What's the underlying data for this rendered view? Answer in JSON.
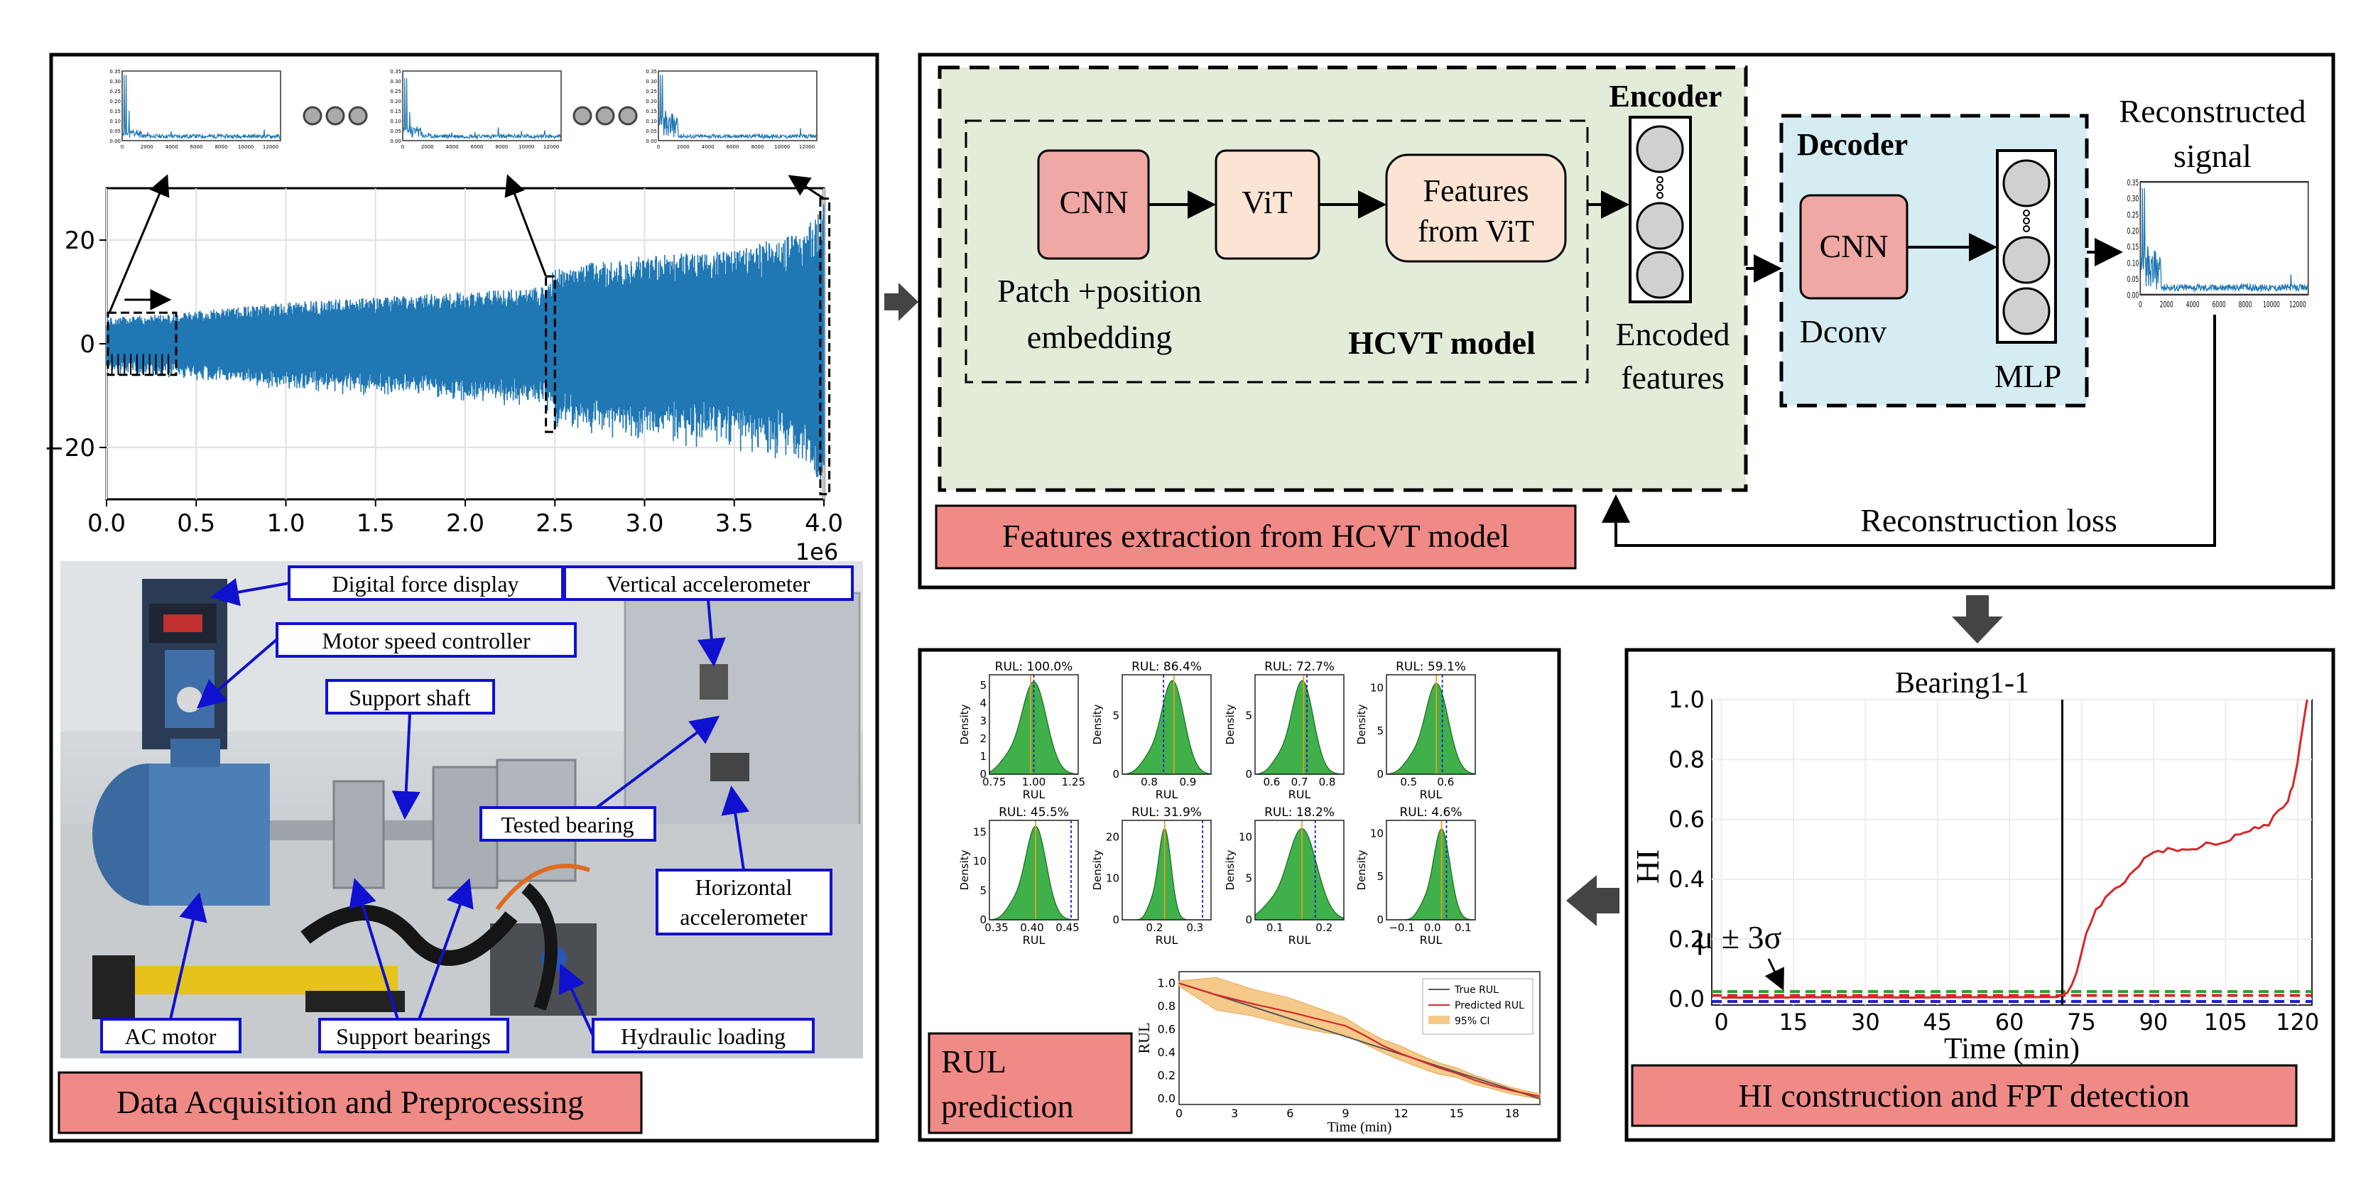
{
  "panels": {
    "acquisition": {
      "label": "Data Acquisition and Preprocessing",
      "callouts": {
        "digital_force": "Digital force display",
        "motor_speed": "Motor speed controller",
        "vertical_acc": "Vertical accelerometer",
        "support_shaft": "Support shaft",
        "tested_bearing": "Tested bearing",
        "horizontal_acc_1": "Horizontal",
        "horizontal_acc_2": "accelerometer",
        "ac_motor": "AC motor",
        "support_bearings": "Support bearings",
        "hydraulic": "Hydraulic loading"
      }
    },
    "features": {
      "label": "Features extraction from HCVT model",
      "encoder_title": "Encoder",
      "hcvt_title": "HCVT model",
      "cnn": "CNN",
      "vit": "ViT",
      "features_vit_1": "Features",
      "features_vit_2": "from ViT",
      "patch_1": "Patch +position",
      "patch_2": "embedding",
      "encoded_1": "Encoded",
      "encoded_2": "features",
      "decoder_title": "Decoder",
      "decoder_cnn": "CNN",
      "dconv": "Dconv",
      "mlp": "MLP",
      "recon_1": "Reconstructed",
      "recon_2": "signal",
      "recon_loss": "Reconstruction loss"
    },
    "hi": {
      "label": "HI construction and FPT detection",
      "mu_label": "μ ± 3σ"
    },
    "rul": {
      "label_1": "RUL",
      "label_2": "prediction"
    }
  },
  "chart_data": [
    {
      "type": "line",
      "name": "raw-vibration-signal",
      "x_ticks": [
        "0.0",
        "0.5",
        "1.0",
        "1.5",
        "2.0",
        "2.5",
        "3.0",
        "3.5",
        "4.0"
      ],
      "x_ticks_values": [
        0,
        0.5,
        1.0,
        1.5,
        2.0,
        2.5,
        3.0,
        3.5,
        4.0
      ],
      "y_ticks": [
        "−20",
        "0",
        "20"
      ],
      "y_ticks_values": [
        -20,
        0,
        20
      ],
      "x_multiplier": "1e6",
      "xlim": [
        0,
        4.0
      ],
      "ylim": [
        -30,
        30
      ],
      "envelope_x": [
        0,
        0.4,
        1.0,
        1.5,
        2.0,
        2.45,
        2.5,
        2.8,
        3.0,
        3.5,
        3.9,
        4.0
      ],
      "envelope_y": [
        5,
        6,
        8,
        9,
        10,
        11,
        15,
        16,
        17,
        18,
        22,
        28
      ],
      "color": "#1f77b4"
    },
    {
      "type": "line",
      "name": "spectrum-thumbnails",
      "x_ticks": [
        "0",
        "2000",
        "4000",
        "6000",
        "8000",
        "10000",
        "12000"
      ],
      "x_ticks_values": [
        0,
        2000,
        4000,
        6000,
        8000,
        10000,
        12000
      ],
      "y_ticks": [
        "0.00",
        "0.05",
        "0.10",
        "0.15",
        "0.20",
        "0.25",
        "0.30",
        "0.35"
      ],
      "y_ticks_values": [
        0,
        0.05,
        0.1,
        0.15,
        0.2,
        0.25,
        0.3,
        0.35
      ],
      "xlim": [
        0,
        12800
      ],
      "ylim": [
        0,
        0.35
      ],
      "color": "#1f77b4"
    },
    {
      "type": "line",
      "title": "Bearing1-1",
      "xlabel": "Time (min)",
      "ylabel": "HI",
      "x_ticks": [
        "0",
        "15",
        "30",
        "45",
        "60",
        "75",
        "90",
        "105",
        "120"
      ],
      "x_ticks_values": [
        0,
        15,
        30,
        45,
        60,
        75,
        90,
        105,
        120
      ],
      "y_ticks": [
        "0.0",
        "0.2",
        "0.4",
        "0.6",
        "0.8",
        "1.0"
      ],
      "y_ticks_values": [
        0.0,
        0.2,
        0.4,
        0.6,
        0.8,
        1.0
      ],
      "xlim": [
        -2,
        123
      ],
      "ylim": [
        -0.02,
        1.0
      ],
      "fpt": 71,
      "thresholds": [
        {
          "value": 0.025,
          "color": "#2ca02c"
        },
        {
          "value": 0.012,
          "color": "#d62728"
        },
        {
          "value": -0.008,
          "color": "#1f1fd6"
        }
      ],
      "series": [
        {
          "color": "#d62728",
          "x": [
            0,
            10,
            20,
            30,
            40,
            50,
            60,
            70,
            72,
            74,
            76,
            78,
            80,
            82,
            84,
            86,
            88,
            90,
            92,
            94,
            96,
            98,
            100,
            102,
            104,
            106,
            108,
            110,
            112,
            114,
            116,
            118,
            119,
            120,
            121,
            122
          ],
          "y": [
            0.005,
            0.005,
            0.006,
            0.006,
            0.005,
            0.006,
            0.006,
            0.007,
            0.02,
            0.09,
            0.22,
            0.3,
            0.34,
            0.37,
            0.39,
            0.43,
            0.47,
            0.49,
            0.49,
            0.5,
            0.5,
            0.5,
            0.51,
            0.52,
            0.52,
            0.53,
            0.55,
            0.56,
            0.57,
            0.58,
            0.63,
            0.66,
            0.71,
            0.79,
            0.9,
            1.0
          ]
        }
      ]
    },
    {
      "type": "area",
      "name": "rul-density-grid",
      "ylabel": "Density",
      "xlabel": "RUL",
      "color": "#2ca02c",
      "panels": [
        {
          "title": "RUL: 100.0%",
          "x_ticks": [
            "0.75",
            "1.00",
            "1.25"
          ],
          "x_ticks_values": [
            0.75,
            1.0,
            1.25
          ],
          "xlim": [
            0.72,
            1.28
          ],
          "y_ticks": [
            "0",
            "1",
            "2",
            "3",
            "4",
            "5"
          ],
          "y_ticks_values": [
            0,
            1,
            2,
            3,
            4,
            5
          ],
          "ylim": [
            0,
            5.6
          ],
          "mean": 1.0,
          "sd": 0.08,
          "peak": 5.2,
          "true": 1.0,
          "pred": 0.98
        },
        {
          "title": "RUL: 86.4%",
          "x_ticks": [
            "0.8",
            "0.9"
          ],
          "x_ticks_values": [
            0.8,
            0.9
          ],
          "xlim": [
            0.73,
            0.96
          ],
          "y_ticks": [
            "0",
            "5"
          ],
          "y_ticks_values": [
            0,
            5
          ],
          "ylim": [
            0,
            8.5
          ],
          "mean": 0.86,
          "sd": 0.03,
          "peak": 8.0,
          "true": 0.837,
          "pred": 0.864
        },
        {
          "title": "RUL: 72.7%",
          "x_ticks": [
            "0.6",
            "0.7",
            "0.8"
          ],
          "x_ticks_values": [
            0.6,
            0.7,
            0.8
          ],
          "xlim": [
            0.54,
            0.86
          ],
          "y_ticks": [
            "0",
            "5"
          ],
          "y_ticks_values": [
            0,
            5
          ],
          "ylim": [
            0,
            8.5
          ],
          "mean": 0.71,
          "sd": 0.04,
          "peak": 8.0,
          "true": 0.727,
          "pred": 0.715
        },
        {
          "title": "RUL: 59.1%",
          "x_ticks": [
            "0.5",
            "0.6"
          ],
          "x_ticks_values": [
            0.5,
            0.6
          ],
          "xlim": [
            0.44,
            0.68
          ],
          "y_ticks": [
            "0",
            "5",
            "10"
          ],
          "y_ticks_values": [
            0,
            5,
            10
          ],
          "ylim": [
            0,
            11.5
          ],
          "mean": 0.575,
          "sd": 0.032,
          "peak": 10.5,
          "true": 0.591,
          "pred": 0.575
        },
        {
          "title": "RUL: 45.5%",
          "x_ticks": [
            "0.35",
            "0.40",
            "0.45"
          ],
          "x_ticks_values": [
            0.35,
            0.4,
            0.45
          ],
          "xlim": [
            0.34,
            0.465
          ],
          "y_ticks": [
            "0",
            "5",
            "10",
            "15"
          ],
          "y_ticks_values": [
            0,
            5,
            10,
            15
          ],
          "ylim": [
            0,
            17
          ],
          "mean": 0.405,
          "sd": 0.015,
          "peak": 16,
          "true": 0.455,
          "pred": 0.405
        },
        {
          "title": "RUL: 31.9%",
          "x_ticks": [
            "0.2",
            "0.3"
          ],
          "x_ticks_values": [
            0.2,
            0.3
          ],
          "xlim": [
            0.12,
            0.34
          ],
          "y_ticks": [
            "0",
            "10",
            "20"
          ],
          "y_ticks_values": [
            0,
            10,
            20
          ],
          "ylim": [
            0,
            24
          ],
          "mean": 0.225,
          "sd": 0.016,
          "peak": 22,
          "true": 0.319,
          "pred": 0.225
        },
        {
          "title": "RUL: 18.2%",
          "x_ticks": [
            "0.1",
            "0.2"
          ],
          "x_ticks_values": [
            0.1,
            0.2
          ],
          "xlim": [
            0.06,
            0.24
          ],
          "y_ticks": [
            "0",
            "5",
            "10"
          ],
          "y_ticks_values": [
            0,
            5,
            10
          ],
          "ylim": [
            0,
            12
          ],
          "mean": 0.155,
          "sd": 0.03,
          "peak": 11,
          "true": 0.182,
          "pred": 0.155
        },
        {
          "title": "RUL: 4.6%",
          "x_ticks": [
            "−0.1",
            "0.0",
            "0.1"
          ],
          "x_ticks_values": [
            -0.1,
            0.0,
            0.1
          ],
          "xlim": [
            -0.15,
            0.14
          ],
          "y_ticks": [
            "0",
            "5",
            "10"
          ],
          "y_ticks_values": [
            0,
            5,
            10
          ],
          "ylim": [
            0,
            11.5
          ],
          "mean": 0.03,
          "sd": 0.028,
          "peak": 10.5,
          "true": 0.046,
          "pred": 0.03
        }
      ]
    },
    {
      "type": "line",
      "name": "rul-trajectory",
      "xlabel": "Time (min)",
      "ylabel": "RUL",
      "x_ticks": [
        "0",
        "3",
        "6",
        "9",
        "12",
        "15",
        "18"
      ],
      "x_ticks_values": [
        0,
        3,
        6,
        9,
        12,
        15,
        18
      ],
      "y_ticks": [
        "0.0",
        "0.2",
        "0.4",
        "0.6",
        "0.8",
        "1.0"
      ],
      "y_ticks_values": [
        0.0,
        0.2,
        0.4,
        0.6,
        0.8,
        1.0
      ],
      "xlim": [
        0,
        19.5
      ],
      "ylim": [
        -0.05,
        1.1
      ],
      "legend": [
        {
          "label": "True RUL",
          "color": "#555555"
        },
        {
          "label": "Predicted RUL",
          "color": "#d62728"
        },
        {
          "label": "95% CI",
          "color": "#f5c98a"
        }
      ],
      "true_rul": {
        "x": [
          0,
          19.5
        ],
        "y": [
          1.0,
          0.0
        ]
      },
      "predicted": {
        "x": [
          0,
          2,
          4,
          6,
          8,
          9,
          10,
          11,
          12,
          13,
          14,
          15,
          16,
          17,
          18,
          19.5
        ],
        "y": [
          1.0,
          0.9,
          0.82,
          0.75,
          0.67,
          0.63,
          0.55,
          0.46,
          0.39,
          0.33,
          0.27,
          0.22,
          0.16,
          0.11,
          0.07,
          0.02
        ]
      },
      "ci_halfwidth": [
        0.02,
        0.12,
        0.12,
        0.1,
        0.08,
        0.07,
        0.06,
        0.06,
        0.05,
        0.05,
        0.05,
        0.04,
        0.04,
        0.03,
        0.03,
        0.02
      ]
    }
  ]
}
